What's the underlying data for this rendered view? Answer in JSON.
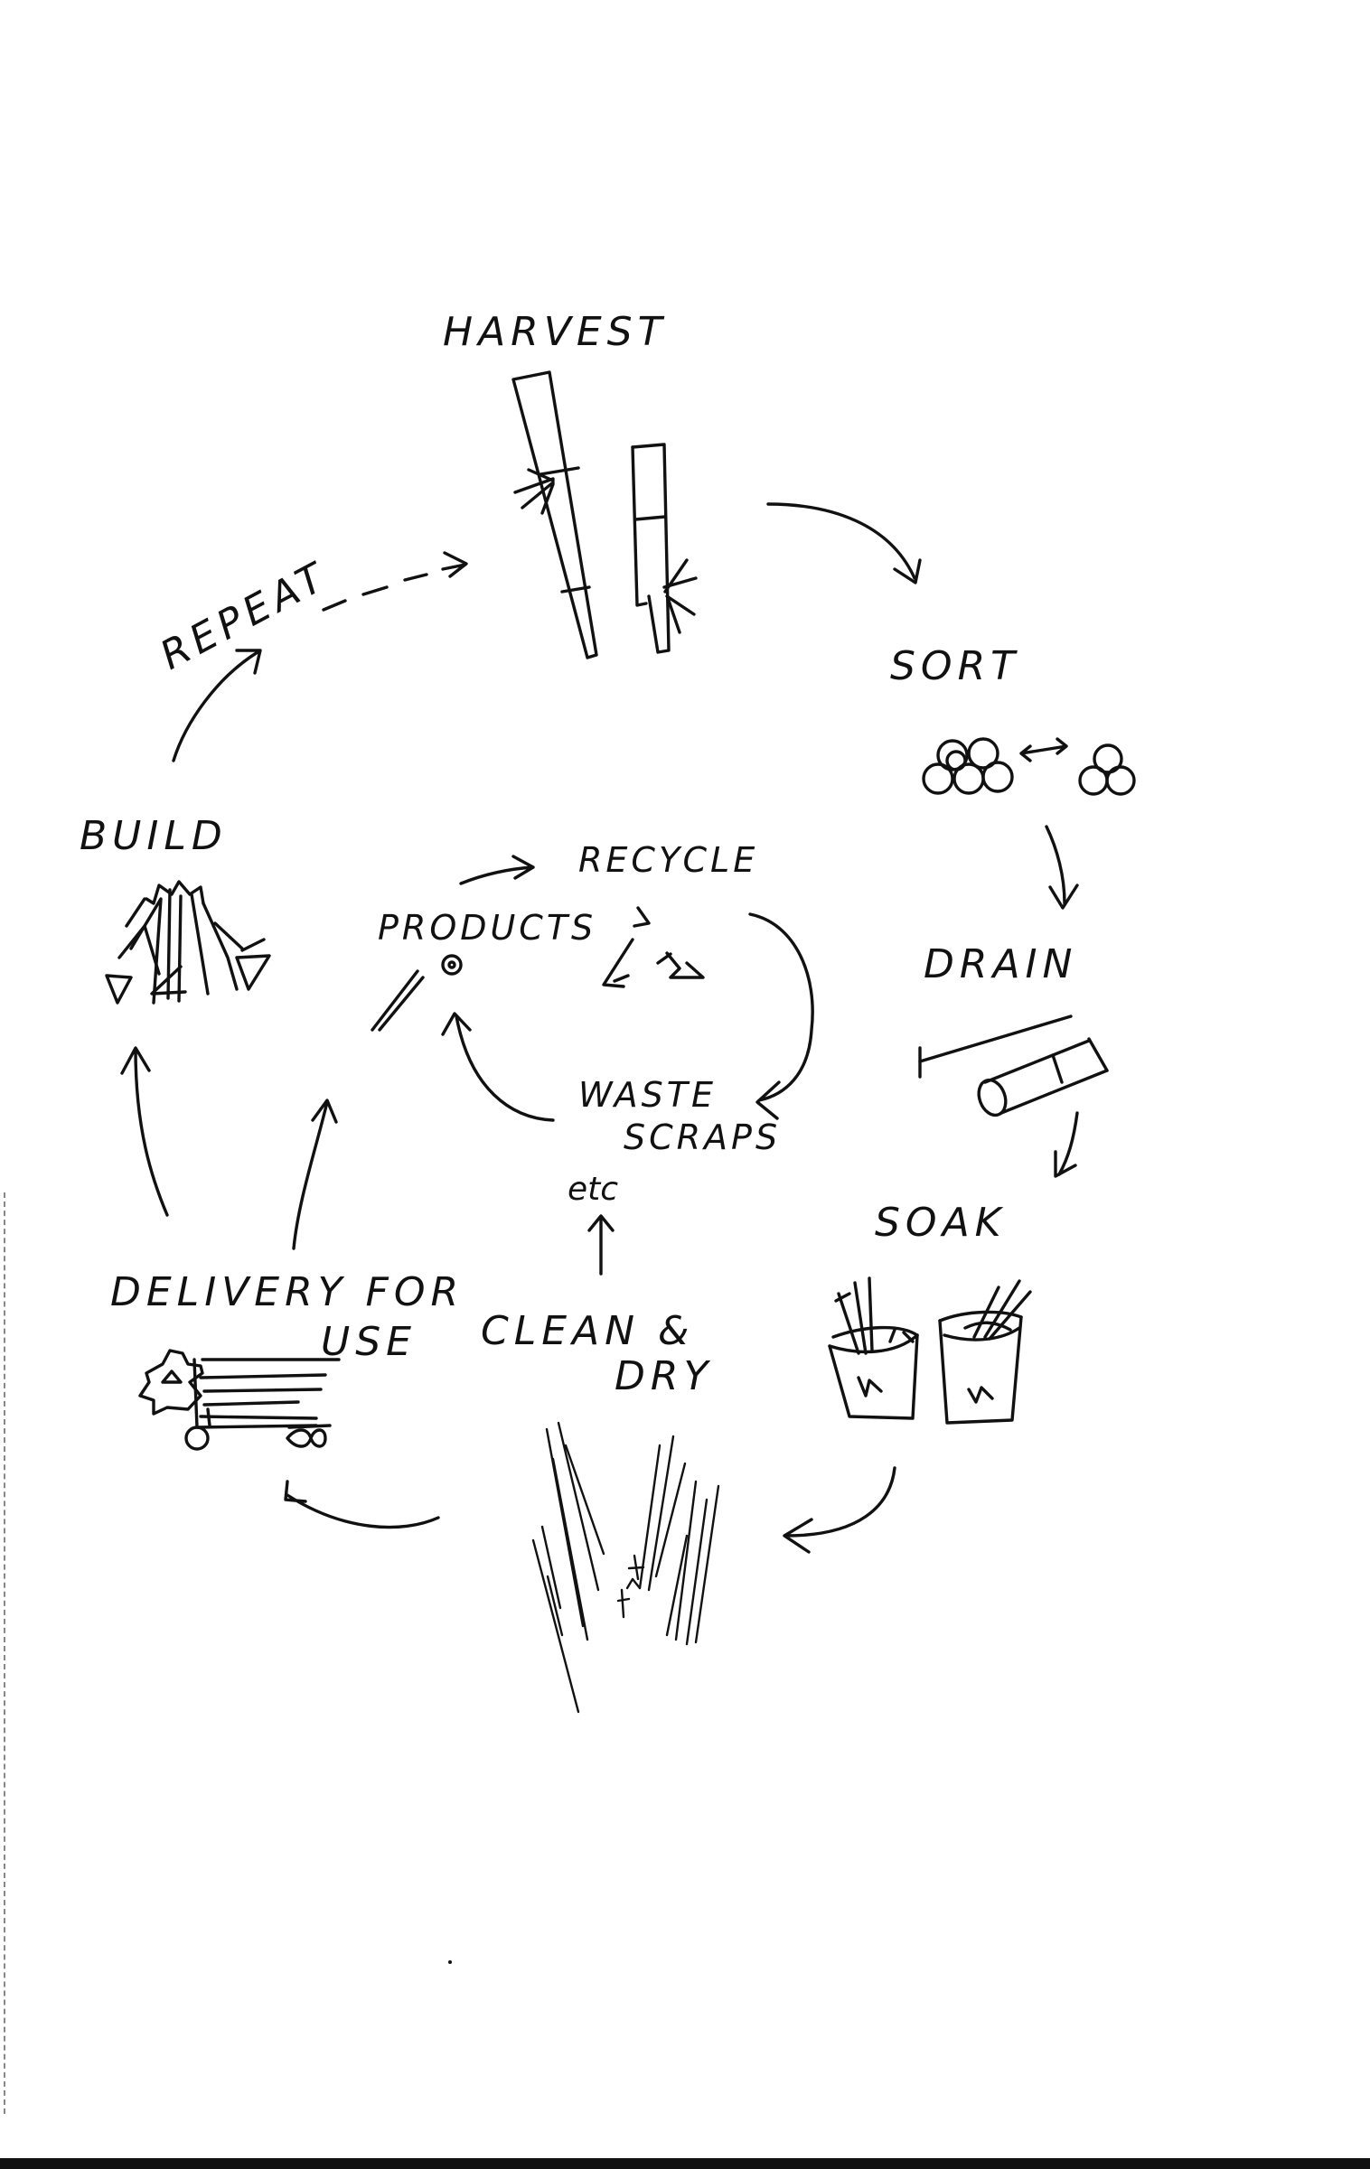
{
  "stages": {
    "harvest": "HARVEST",
    "sort": "SORT",
    "drain": "DRAIN",
    "soak": "SOAK",
    "clean_dry_line1": "CLEAN &",
    "clean_dry_line2": "DRY",
    "delivery_line1": "DELIVERY FOR",
    "delivery_line2": "USE",
    "build": "BUILD",
    "repeat": "REPEAT"
  },
  "inner_cycle": {
    "products": "PRODUCTS",
    "recycle": "RECYCLE",
    "waste_line1": "WASTE",
    "waste_line2": "SCRAPS",
    "etc": "etc"
  }
}
